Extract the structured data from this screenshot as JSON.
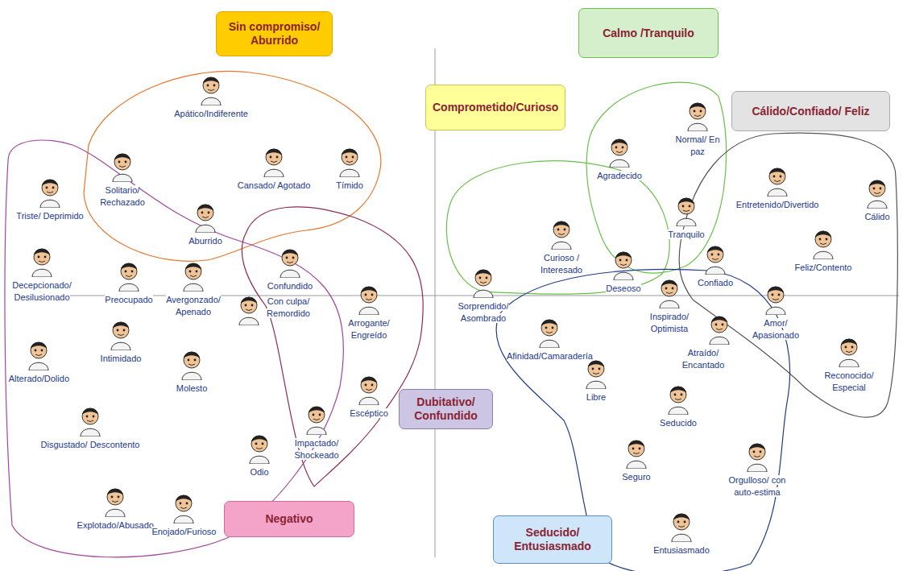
{
  "diagram": {
    "nodes": [
      {
        "text": [
          "Sin compromiso/ Aburrido"
        ]
      },
      {
        "text": [
          "Calmo /Tranquilo"
        ]
      },
      {
        "text": [
          "Comprometido/Curioso"
        ]
      },
      {
        "text": [
          "Cálido/Confiado/ Feliz"
        ]
      },
      {
        "text": [
          "Dubitativo/ Confundido"
        ]
      },
      {
        "text": [
          "Negativo"
        ]
      },
      {
        "text": [
          "Seducido/ Entusiasmado"
        ]
      }
    ],
    "labels": [
      "Apático/Indiferente",
      "Solitario/ Rechazado",
      "Tímido",
      "Cansado/ Agotado",
      "Aburrido",
      "Triste/ Deprimido",
      "Decepcionado/ Desilusionado",
      "Preocupado",
      "Confundido",
      "Avergonzado/ Apenado",
      "Con culpa/ Remordido",
      "Arrogante/ Engreído",
      "Intimidado",
      "Alterado/Dolido",
      "Molesto",
      "Escéptico",
      "Disgustado/ Descontento",
      "Impactado/ Shockeado",
      "Odio",
      "Explotado/Abusado",
      "Enojado/Furioso",
      "Sorprendido/ Asombrado",
      "Curioso / Interesado",
      "Deseoso",
      "Agradecido",
      "Normal/ En paz",
      "Tranquilo",
      "Entretenido/Divertido",
      "Cálido",
      "Feliz/Contento",
      "Confiado",
      "Inspirado/ Optimista",
      "Afinidad/Camaradería",
      "Atraído/ Encantado",
      "Amor/ Apasionado",
      "Reconocido/ Especial",
      "Libre",
      "Seducido",
      "Seguro",
      "Orgulloso/ con auto-estima",
      "Entusiasmado"
    ]
  }
}
